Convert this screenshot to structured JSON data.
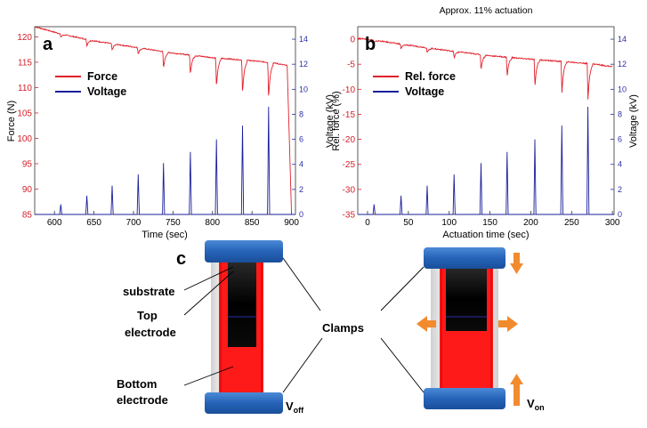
{
  "chart_data": [
    {
      "panel_label": "a",
      "type": "line",
      "title": "",
      "xlabel": "Time (sec)",
      "ylabel_left": "Force (N)",
      "ylabel_right": "Voltage (kV)",
      "xlim": [
        575,
        905
      ],
      "ylim_left": [
        85,
        122
      ],
      "ylim_right": [
        0,
        15
      ],
      "x_ticks": [
        "600",
        "650",
        "700",
        "750",
        "800",
        "850",
        "900"
      ],
      "y_left_ticks": [
        "85",
        "90",
        "95",
        "100",
        "105",
        "110",
        "115",
        "120"
      ],
      "y_right_ticks": [
        "0",
        "2",
        "4",
        "6",
        "8",
        "10",
        "12",
        "14"
      ],
      "legend": {
        "placement": "upper-left",
        "entries": [
          "Force",
          "Voltage"
        ]
      },
      "colors": {
        "force": "#e0202a",
        "voltage": "#1a1f9a"
      },
      "series": [
        {
          "name": "Force",
          "axis": "left",
          "baseline": [
            [
              575,
              122
            ],
            [
              610,
              120.5
            ],
            [
              650,
              119.2
            ],
            [
              700,
              118.0
            ],
            [
              750,
              116.8
            ],
            [
              800,
              115.9
            ],
            [
              850,
              115.3
            ],
            [
              880,
              114.8
            ],
            [
              895,
              114.3
            ]
          ],
          "dips": [
            [
              608,
              119.9
            ],
            [
              641,
              118.2
            ],
            [
              673,
              117.3
            ],
            [
              706,
              116.6
            ],
            [
              738,
              113.6
            ],
            [
              772,
              112.6
            ],
            [
              805,
              110.0
            ],
            [
              838,
              108.6
            ],
            [
              871,
              107.7
            ]
          ],
          "drop_to": [
            [
              900,
              85
            ]
          ]
        },
        {
          "name": "Voltage",
          "axis": "right",
          "pulses": [
            [
              608,
              0.8
            ],
            [
              641,
              1.5
            ],
            [
              673,
              2.3
            ],
            [
              706,
              3.2
            ],
            [
              738,
              4.1
            ],
            [
              772,
              5.0
            ],
            [
              805,
              6.0
            ],
            [
              838,
              7.1
            ],
            [
              871,
              8.6
            ]
          ]
        }
      ]
    },
    {
      "panel_label": "b",
      "type": "line",
      "title": "Approx. 11% actuation",
      "xlabel": "Actuation time (sec)",
      "ylabel_left": "Rel. force (%)",
      "ylabel_right": "Voltage (kV)",
      "xlim": [
        -12,
        302
      ],
      "ylim_left": [
        -35,
        2.5
      ],
      "ylim_right": [
        0,
        15
      ],
      "x_ticks": [
        "0",
        "50",
        "100",
        "150",
        "200",
        "250",
        "300"
      ],
      "y_left_ticks": [
        "-35",
        "-30",
        "-25",
        "-20",
        "-15",
        "-10",
        "-5",
        "0"
      ],
      "y_right_ticks": [
        "0",
        "2",
        "4",
        "6",
        "8",
        "10",
        "12",
        "14"
      ],
      "legend": {
        "placement": "upper-left",
        "entries": [
          "Rel. force",
          "Voltage"
        ]
      },
      "colors": {
        "force": "#e0202a",
        "voltage": "#1a1f9a"
      },
      "series": [
        {
          "name": "Rel. force",
          "axis": "left",
          "baseline": [
            [
              -12,
              0.2
            ],
            [
              0,
              0.0
            ],
            [
              50,
              -1.2
            ],
            [
              100,
              -2.3
            ],
            [
              150,
              -3.3
            ],
            [
              200,
              -4.0
            ],
            [
              250,
              -4.6
            ],
            [
              280,
              -5.0
            ],
            [
              300,
              -5.5
            ]
          ],
          "dips": [
            [
              8,
              -0.8
            ],
            [
              41,
              -2.0
            ],
            [
              73,
              -2.8
            ],
            [
              106,
              -3.8
            ],
            [
              139,
              -6.2
            ],
            [
              171,
              -7.6
            ],
            [
              205,
              -9.6
            ],
            [
              238,
              -11.1
            ],
            [
              270,
              -12.3
            ]
          ]
        },
        {
          "name": "Voltage",
          "axis": "right",
          "pulses": [
            [
              8,
              0.8
            ],
            [
              41,
              1.5
            ],
            [
              73,
              2.3
            ],
            [
              106,
              3.2
            ],
            [
              139,
              4.1
            ],
            [
              171,
              5.0
            ],
            [
              205,
              6.0
            ],
            [
              238,
              7.1
            ],
            [
              270,
              8.6
            ]
          ]
        }
      ]
    }
  ],
  "diagram": {
    "panel_label": "c",
    "labels": {
      "substrate": "substrate",
      "top_electrode_line1": "Top",
      "top_electrode_line2": "electrode",
      "clamps": "Clamps",
      "bottom_electrode_line1": "Bottom",
      "bottom_electrode_line2": "electrode",
      "v_off_main": "V",
      "v_off_sub": "off",
      "v_on_main": "V",
      "v_on_sub": "on"
    },
    "colors": {
      "clamp": "#2d6fc4",
      "elastomer": "#ff1a1a",
      "electrode": "#111111",
      "arrow": "#f28a2e"
    }
  }
}
